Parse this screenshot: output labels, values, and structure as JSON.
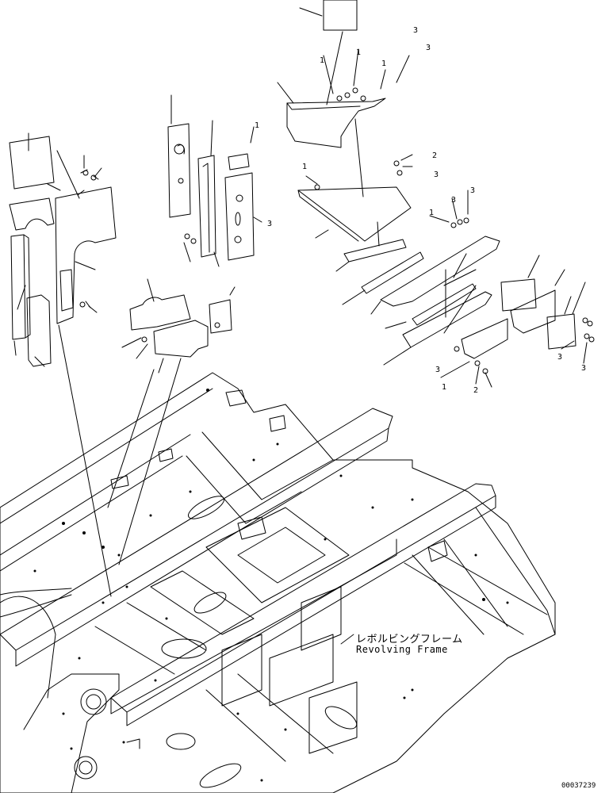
{
  "drawing": {
    "label_jp": "レボルビングフレーム",
    "label_en": "Revolving Frame",
    "drawing_number": "00037239"
  },
  "callouts": {
    "c1": "3",
    "c2": "3",
    "c3": "1",
    "c4": "1",
    "c5": "1",
    "c6": "1",
    "c7": "1",
    "c8": "2",
    "c9": "3",
    "c10": "3",
    "c11": "3",
    "c12": "1",
    "c13": "3",
    "c14": "3",
    "c15": "1",
    "c16": "2",
    "c17": "3",
    "c18": "3"
  },
  "colors": {
    "line": "#000000",
    "background": "#ffffff"
  }
}
